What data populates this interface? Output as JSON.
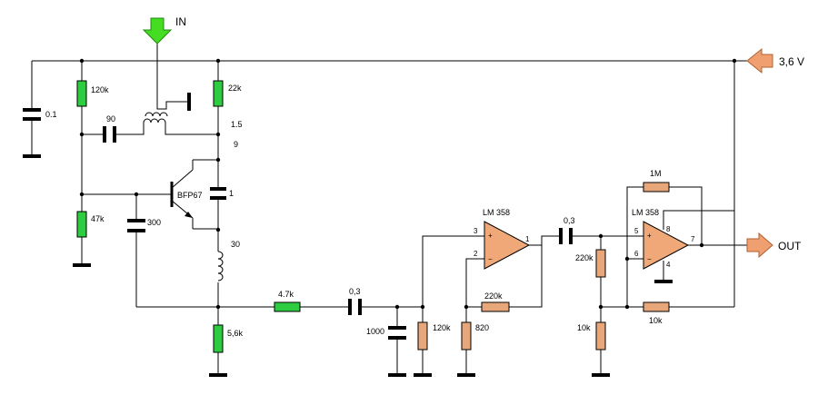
{
  "labels": {
    "in": "IN",
    "supply": "3,6 V",
    "out": "OUT",
    "transistor": "BFP67"
  },
  "resistors": {
    "r_120k_top": "120k",
    "r_22k": "22k",
    "r_47k": "47k",
    "r_5_6k": "5,6k",
    "r_4_7k": "4.7k",
    "r_120k_bias": "120k",
    "r_820": "820",
    "r_220k_fb1": "220k",
    "r_220k_div": "220k",
    "r_10k_div": "10k",
    "r_1m": "1M",
    "r_10k_fb2": "10k"
  },
  "capacitors": {
    "c_0_1": "0.1",
    "c_90": "90",
    "c_1": "1",
    "c_300": "300",
    "c_0_3_a": "0,3",
    "c_1000": "1000",
    "c_0_3_b": "0,3"
  },
  "coils": {
    "turns_1_5": "1.5",
    "turns_9": "9",
    "turns_30": "30"
  },
  "opamps": {
    "u1": {
      "name": "LM 358",
      "pin_plus": "3",
      "pin_minus": "2",
      "pin_out": "1",
      "sym_plus": "+",
      "sym_minus": "−"
    },
    "u2": {
      "name": "LM 358",
      "pin_plus": "5",
      "pin_minus": "6",
      "pin_out": "7",
      "pin_vcc": "8",
      "pin_gnd": "4",
      "sym_plus": "+",
      "sym_minus": "−"
    }
  },
  "colors": {
    "green_resistor": "#2ecc40",
    "salmon_resistor": "#e8a77a",
    "input_arrow": "#44dd22",
    "power_arrow": "#f0a070"
  },
  "icons": [
    "input-arrow-icon",
    "supply-arrow-icon",
    "output-arrow-icon",
    "npn-transistor-icon",
    "opamp-icon",
    "inductor-icon",
    "ground-icon"
  ]
}
